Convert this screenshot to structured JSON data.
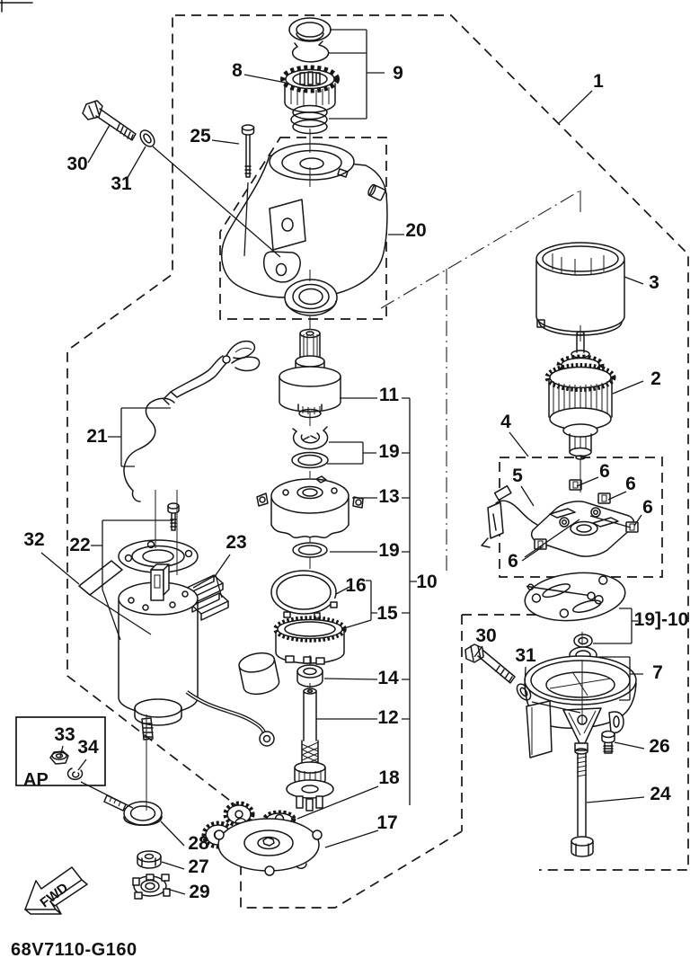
{
  "page": {
    "background": "#ffffff",
    "line_color": "#161616"
  },
  "footer": {
    "drawing_code": "68V7110-G160"
  },
  "orientation": {
    "fwd": "FWD",
    "inset": "AP"
  },
  "callouts": [
    {
      "text": "30"
    },
    {
      "text": "31"
    },
    {
      "text": "25"
    },
    {
      "text": "8"
    },
    {
      "text": "9"
    },
    {
      "text": "1"
    },
    {
      "text": "20"
    },
    {
      "text": "3"
    },
    {
      "text": "2"
    },
    {
      "text": "4"
    },
    {
      "text": "5"
    },
    {
      "text": "6"
    },
    {
      "text": "6"
    },
    {
      "text": "6"
    },
    {
      "text": "6"
    },
    {
      "text": "21"
    },
    {
      "text": "32"
    },
    {
      "text": "22"
    },
    {
      "text": "23"
    },
    {
      "text": "11"
    },
    {
      "text": "19"
    },
    {
      "text": "13"
    },
    {
      "text": "19"
    },
    {
      "text": "16"
    },
    {
      "text": "10"
    },
    {
      "text": "15"
    },
    {
      "text": "14"
    },
    {
      "text": "12"
    },
    {
      "text": "18"
    },
    {
      "text": "17"
    },
    {
      "text": "19]-10"
    },
    {
      "text": "30"
    },
    {
      "text": "31"
    },
    {
      "text": "7"
    },
    {
      "text": "26"
    },
    {
      "text": "24"
    },
    {
      "text": "33"
    },
    {
      "text": "34"
    },
    {
      "text": "28"
    },
    {
      "text": "27"
    },
    {
      "text": "29"
    }
  ]
}
